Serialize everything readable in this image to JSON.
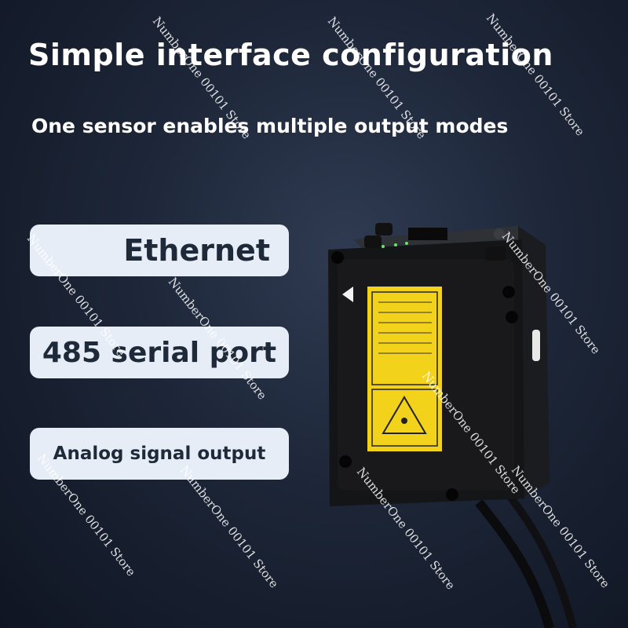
{
  "header": {
    "title": "Simple interface configuration",
    "subtitle": "One sensor enables multiple output modes"
  },
  "features": [
    {
      "label": "Ethernet"
    },
    {
      "label": "485 serial port"
    },
    {
      "label": "Analog signal output"
    }
  ],
  "watermark": {
    "text": "NumberOne 00101 Store"
  },
  "colors": {
    "background": "#1d2638",
    "pill_background": "#e6edf6",
    "pill_text": "#1e2a3a",
    "warning_label": "#f3d21b"
  }
}
